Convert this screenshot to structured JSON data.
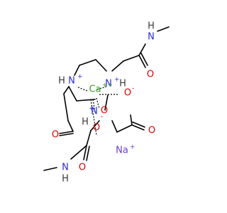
{
  "colors": {
    "bond": "#000000",
    "nitrogen": "#2b2bd9",
    "oxygen": "#e00000",
    "carbon": "#3a3a3a",
    "calcium": "#3a9d23",
    "sodium": "#6a3dc8",
    "hydrogen": "#3a3a3a"
  },
  "atoms": [
    {
      "id": "n_top_right",
      "el": "N",
      "label": "N",
      "color": "nitrogen"
    },
    {
      "id": "o_amide_top",
      "el": "O",
      "label": "O",
      "color": "oxygen"
    },
    {
      "id": "h_top_nh",
      "el": "H",
      "label": "H",
      "color": "hydrogen"
    },
    {
      "id": "n_ring_right",
      "el": "N",
      "label": "N",
      "color": "nitrogen"
    },
    {
      "id": "h_ring_right",
      "el": "H",
      "label": "H",
      "color": "hydrogen"
    },
    {
      "id": "n_ring_left",
      "el": "N",
      "label": "N",
      "color": "nitrogen"
    },
    {
      "id": "h_ring_left",
      "el": "H",
      "label": "H",
      "color": "hydrogen"
    },
    {
      "id": "n_ring_bottom",
      "el": "N",
      "label": "N",
      "color": "nitrogen"
    },
    {
      "id": "h_ring_bottom",
      "el": "H",
      "label": "H",
      "color": "hydrogen"
    },
    {
      "id": "ca",
      "el": "Ca",
      "label": "Ca",
      "color": "calcium"
    },
    {
      "id": "o_carboxylate_1",
      "el": "O",
      "label": "O",
      "color": "oxygen"
    },
    {
      "id": "o_carboxylate_2",
      "el": "O",
      "label": "O",
      "color": "oxygen"
    },
    {
      "id": "o_carbonyl_right",
      "el": "O",
      "label": "O",
      "color": "oxygen"
    },
    {
      "id": "o_ketone_left",
      "el": "O",
      "label": "O",
      "color": "oxygen"
    },
    {
      "id": "o_bridge",
      "el": "O",
      "label": "O",
      "color": "oxygen"
    },
    {
      "id": "o_amide_bottom",
      "el": "O",
      "label": "O",
      "color": "oxygen"
    },
    {
      "id": "n_bottom",
      "el": "N",
      "label": "N",
      "color": "nitrogen"
    },
    {
      "id": "h_bottom_nh",
      "el": "H",
      "label": "H",
      "color": "hydrogen"
    },
    {
      "id": "na",
      "el": "Na",
      "label": "Na",
      "color": "sodium"
    }
  ],
  "charges": [
    {
      "id": "charge_n_right",
      "text": "+",
      "color": "nitrogen"
    },
    {
      "id": "charge_n_left",
      "text": "+",
      "color": "nitrogen"
    },
    {
      "id": "charge_ca",
      "text": "++",
      "color": "calcium"
    },
    {
      "id": "charge_o1",
      "text": "-",
      "color": "oxygen"
    },
    {
      "id": "charge_o2",
      "text": "-",
      "color": "oxygen"
    },
    {
      "id": "charge_n_bottom",
      "text": "+",
      "color": "nitrogen"
    },
    {
      "id": "charge_na",
      "text": "+",
      "color": "sodium"
    }
  ]
}
